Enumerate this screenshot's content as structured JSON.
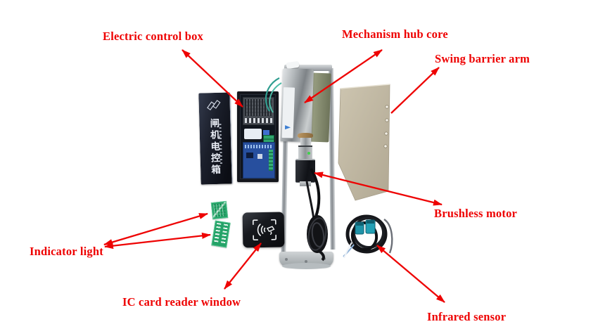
{
  "labels": {
    "electric_control_box": "Electric control box",
    "mechanism_hub_core": "Mechanism hub core",
    "swing_barrier_arm": "Swing barrier arm",
    "brushless_motor": "Brushless motor",
    "indicator_light": "Indicator light",
    "ic_card_reader_window": "IC card reader window",
    "infrared_sensor": "Infrared sensor"
  },
  "control_box": {
    "panel_text": "闸机电控箱"
  },
  "colors": {
    "annotation_red": "#ee0202",
    "barrier_arm_beige": "#c2b9a4",
    "indicator_pcb_green": "#25a368",
    "infrared_sensor_teal": "#1f93a8",
    "control_box_black": "#14161c"
  }
}
